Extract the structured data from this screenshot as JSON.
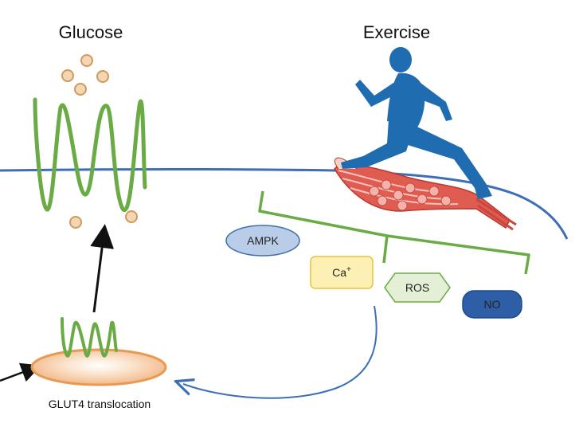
{
  "titles": {
    "glucose": "Glucose",
    "exercise": "Exercise"
  },
  "signals": {
    "ampk": "AMPK",
    "ca": "Ca",
    "ca_sup": "+",
    "ros": "ROS",
    "no": "NO"
  },
  "vesicle_label": "GLUT4 translocation",
  "colors": {
    "membrane": "#3d6fb8",
    "transporter": "#6aab45",
    "glucose_fill": "#f3d7b3",
    "glucose_stroke": "#cf9a60",
    "runner": "#1f6db0",
    "ampk_fill": "#b9cde8",
    "ampk_stroke": "#3f6faa",
    "ca_fill": "#fdf0b4",
    "ca_stroke": "#e7c33a",
    "ros_fill": "#e3f0d6",
    "ros_stroke": "#6aab45",
    "no_fill": "#2e5fa6",
    "vesicle_fill": "#f5c9a0",
    "vesicle_stroke": "#e89a52",
    "muscle": "#d84a42"
  }
}
